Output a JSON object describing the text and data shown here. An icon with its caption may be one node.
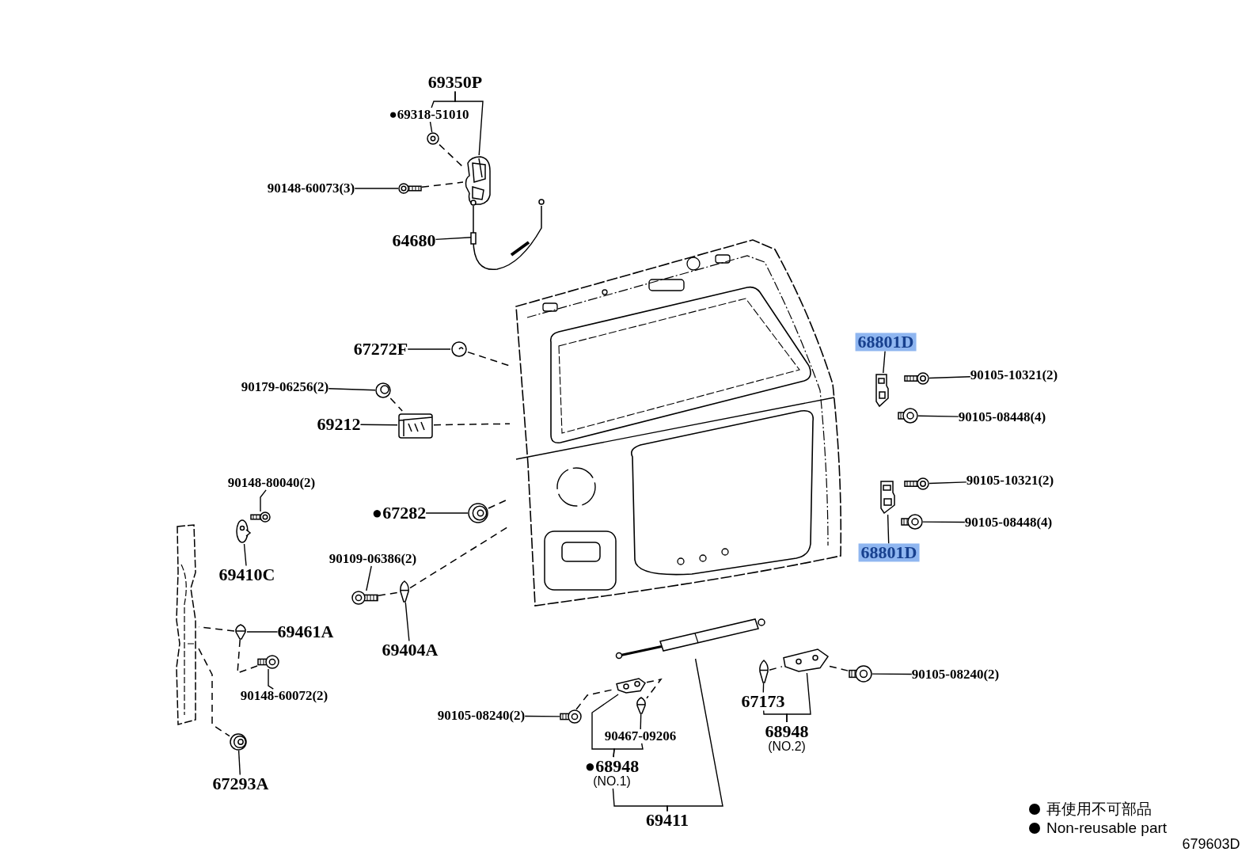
{
  "diagram": {
    "nodes": [
      {
        "text": [
          "69350P"
        ]
      },
      {
        "text": [
          "●69318-51010"
        ]
      },
      {
        "text": [],
        "shape": "picture"
      },
      {
        "text": [],
        "shape": "picture"
      },
      {
        "text": [
          "90148-60073(3)"
        ]
      },
      {
        "text": [],
        "shape": "picture"
      },
      {
        "text": [
          "64680"
        ]
      },
      {
        "text": [],
        "shape": "picture"
      },
      {
        "text": [],
        "shape": "picture"
      },
      {
        "text": [
          "67272F"
        ]
      },
      {
        "text": [],
        "shape": "picture"
      },
      {
        "text": [
          "90179-06256(2)"
        ]
      },
      {
        "text": [],
        "shape": "picture"
      },
      {
        "text": [
          "69212"
        ]
      },
      {
        "text": [],
        "shape": "picture"
      },
      {
        "text": [
          "90148-80040(2)"
        ]
      },
      {
        "text": [],
        "shape": "picture"
      },
      {
        "text": [
          "●67282"
        ]
      },
      {
        "text": [],
        "shape": "picture"
      },
      {
        "text": [
          "69410C"
        ]
      },
      {
        "text": [],
        "shape": "picture"
      },
      {
        "text": [
          "90109-06386(2)"
        ]
      },
      {
        "text": [],
        "shape": "picture"
      },
      {
        "text": [],
        "shape": "picture"
      },
      {
        "text": [
          "69404A"
        ]
      },
      {
        "text": [],
        "shape": "picture"
      },
      {
        "text": [
          "69461A"
        ]
      },
      {
        "text": [],
        "shape": "picture"
      },
      {
        "text": [],
        "shape": "picture"
      },
      {
        "text": [
          "90148-60072(2)"
        ]
      },
      {
        "text": [],
        "shape": "picture"
      },
      {
        "text": [
          "67293A"
        ]
      },
      {
        "text": [
          "68801D"
        ]
      },
      {
        "text": [],
        "shape": "picture"
      },
      {
        "text": [],
        "shape": "picture"
      },
      {
        "text": [
          "90105-10321(2)"
        ]
      },
      {
        "text": [],
        "shape": "picture"
      },
      {
        "text": [
          "90105-08448(4)"
        ]
      },
      {
        "text": [],
        "shape": "picture"
      },
      {
        "text": [],
        "shape": "picture"
      },
      {
        "text": [
          "90105-10321(2)"
        ]
      },
      {
        "text": [],
        "shape": "picture"
      },
      {
        "text": [
          "90105-08448(4)"
        ]
      },
      {
        "text": [
          "68801D"
        ]
      },
      {
        "text": [],
        "shape": "picture"
      },
      {
        "text": [],
        "shape": "picture"
      },
      {
        "text": [
          "90105-08240(2)"
        ]
      },
      {
        "text": [],
        "shape": "picture"
      },
      {
        "text": [],
        "shape": "picture"
      },
      {
        "text": [
          "90467-09206"
        ]
      },
      {
        "text": [
          "●68948",
          "(NO.1)"
        ]
      },
      {
        "text": [
          "69411"
        ]
      },
      {
        "text": [],
        "shape": "picture"
      },
      {
        "text": [],
        "shape": "picture"
      },
      {
        "text": [],
        "shape": "picture"
      },
      {
        "text": [
          "90105-08240(2)"
        ]
      },
      {
        "text": [
          "67173"
        ]
      },
      {
        "text": [
          "68948",
          "(NO.2)"
        ]
      }
    ],
    "edges": [
      {
        "from": 0,
        "to": 3,
        "arrow": "none"
      },
      {
        "from": 0,
        "to": 1,
        "arrow": "none"
      },
      {
        "from": 1,
        "to": 2,
        "arrow": "none"
      },
      {
        "from": 2,
        "to": 3,
        "arrow": "none",
        "style": "dashed"
      },
      {
        "from": 4,
        "to": 5,
        "arrow": "none"
      },
      {
        "from": 5,
        "to": 3,
        "arrow": "none",
        "style": "dashed"
      },
      {
        "from": 6,
        "to": 7,
        "arrow": "none"
      },
      {
        "from": 9,
        "to": 10,
        "arrow": "none"
      },
      {
        "from": 10,
        "to": 8,
        "arrow": "none",
        "style": "dashed"
      },
      {
        "from": 11,
        "to": 12,
        "arrow": "none"
      },
      {
        "from": 12,
        "to": 14,
        "arrow": "none",
        "style": "dashed"
      },
      {
        "from": 13,
        "to": 14,
        "arrow": "none"
      },
      {
        "from": 14,
        "to": 8,
        "arrow": "none",
        "style": "dashed"
      },
      {
        "from": 15,
        "to": 16,
        "arrow": "none"
      },
      {
        "from": 19,
        "to": 20,
        "arrow": "none"
      },
      {
        "from": 17,
        "to": 18,
        "arrow": "none"
      },
      {
        "from": 18,
        "to": 8,
        "arrow": "none",
        "style": "dashed"
      },
      {
        "from": 21,
        "to": 22,
        "arrow": "none"
      },
      {
        "from": 22,
        "to": 23,
        "arrow": "none",
        "style": "dashed"
      },
      {
        "from": 23,
        "to": 8,
        "arrow": "none",
        "style": "dashed"
      },
      {
        "from": 24,
        "to": 23,
        "arrow": "none"
      },
      {
        "from": 26,
        "to": 27,
        "arrow": "none"
      },
      {
        "from": 27,
        "to": 25,
        "arrow": "none",
        "style": "dashed"
      },
      {
        "from": 27,
        "to": 28,
        "arrow": "none",
        "style": "dashed"
      },
      {
        "from": 29,
        "to": 28,
        "arrow": "none"
      },
      {
        "from": 25,
        "to": 30,
        "arrow": "none",
        "style": "dashed"
      },
      {
        "from": 31,
        "to": 30,
        "arrow": "none"
      },
      {
        "from": 32,
        "to": 33,
        "arrow": "none"
      },
      {
        "from": 35,
        "to": 34,
        "arrow": "none"
      },
      {
        "from": 37,
        "to": 36,
        "arrow": "none"
      },
      {
        "from": 40,
        "to": 39,
        "arrow": "none"
      },
      {
        "from": 42,
        "to": 41,
        "arrow": "none"
      },
      {
        "from": 43,
        "to": 38,
        "arrow": "none"
      },
      {
        "from": 46,
        "to": 47,
        "arrow": "none"
      },
      {
        "from": 47,
        "to": 45,
        "arrow": "none",
        "style": "dashed"
      },
      {
        "from": 45,
        "to": 48,
        "arrow": "none",
        "style": "dashed"
      },
      {
        "from": 49,
        "to": 48,
        "arrow": "none"
      },
      {
        "from": 50,
        "to": 45,
        "arrow": "none"
      },
      {
        "from": 50,
        "to": 49,
        "arrow": "none"
      },
      {
        "from": 51,
        "to": 50,
        "arrow": "none"
      },
      {
        "from": 51,
        "to": 44,
        "arrow": "none"
      },
      {
        "from": 52,
        "to": 53,
        "arrow": "none",
        "style": "dashed"
      },
      {
        "from": 53,
        "to": 54,
        "arrow": "none",
        "style": "dashed"
      },
      {
        "from": 56,
        "to": 52,
        "arrow": "none"
      },
      {
        "from": 57,
        "to": 56,
        "arrow": "none"
      },
      {
        "from": 57,
        "to": 53,
        "arrow": "none"
      },
      {
        "from": 55,
        "to": 54,
        "arrow": "none"
      }
    ],
    "labels": [
      "679603D"
    ],
    "legend": [
      {
        "text": "再使用不可部品"
      },
      {
        "text": "Non-reusable part"
      }
    ]
  }
}
